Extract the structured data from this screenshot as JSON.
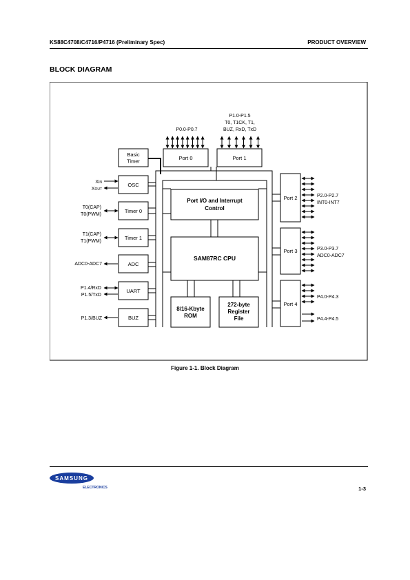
{
  "header": {
    "left": "KS88C4708/C4716/P4716 (Preliminary Spec)",
    "right": "PRODUCT OVERVIEW"
  },
  "section_title": "BLOCK DIAGRAM",
  "diagram": {
    "blocks": {
      "basic_timer": [
        "Basic",
        "Timer"
      ],
      "osc": "OSC",
      "timer0": "Timer 0",
      "timer1": "Timer 1",
      "adc": "ADC",
      "uart": "UART",
      "buz": "BUZ",
      "port0": "Port 0",
      "port1": "Port 1",
      "port2": "Port 2",
      "port3": "Port 3",
      "port4": "Port 4",
      "port_io": [
        "Port I/O and Interrupt",
        "Control"
      ],
      "cpu": "SAM87RC CPU",
      "rom": [
        "8/16-Kbyte",
        "ROM"
      ],
      "regfile": [
        "272-byte",
        "Register",
        "File"
      ]
    },
    "signals": {
      "xin": "X",
      "xin_sub": "IN",
      "xout": "X",
      "xout_sub": "OUT",
      "t0": [
        "T0(CAP)",
        "T0(PWM)"
      ],
      "t1": [
        "T1(CAP)",
        "T1(PWM)"
      ],
      "adc": "ADC0-ADC7",
      "uart": [
        "P1.4/RxD",
        "P1.5/TxD"
      ],
      "buz": "P1.3/BUZ",
      "p0": "P0.0-P0.7",
      "p1": [
        "P1.0-P1.5",
        "T0, T1CK, T1,",
        "BUZ, RxD, TxD"
      ],
      "p2": [
        "P2.0-P2.7",
        "INT0-INT7"
      ],
      "p3": [
        "P3.0-P3.7",
        "ADC0-ADC7"
      ],
      "p4a": "P4.0-P4.3",
      "p4b": "P4.4-P4.5"
    }
  },
  "caption": "Figure 1-1. Block Diagram",
  "footer": {
    "logo_text": "SAMSUNG",
    "logo_sub": "ELECTRONICS",
    "page": "1-3"
  }
}
